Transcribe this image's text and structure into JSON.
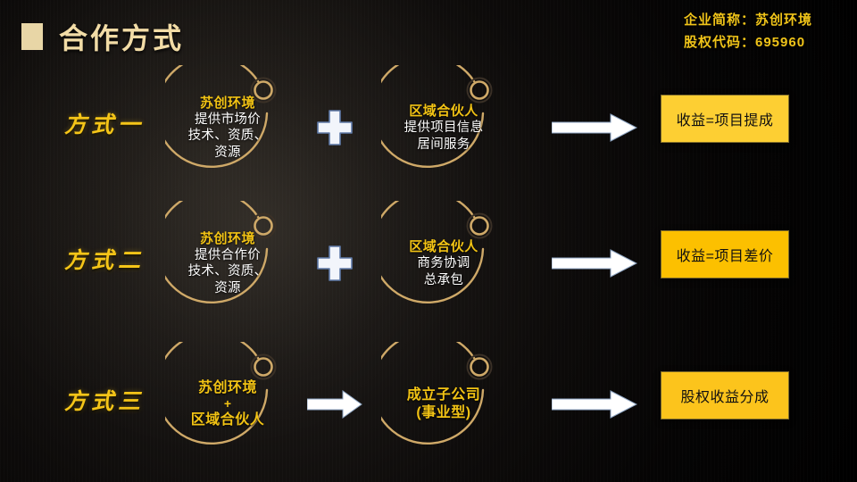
{
  "slide": {
    "title": "合作方式",
    "background_color": "#0b0a09",
    "accent_gold": "#f2c314",
    "title_gold": "#f2dca6"
  },
  "corp_info": {
    "name_line": "企业简称：苏创环境",
    "code_line": "股权代码：695960",
    "color": "#f0c419"
  },
  "rows": [
    {
      "label": "方式一",
      "connector": "plus-icon",
      "left_circle": {
        "head": "苏创环境",
        "lines": [
          "提供市场价",
          "技术、资质、",
          "资源"
        ]
      },
      "right_circle": {
        "head": "区域合伙人",
        "lines": [
          "提供项目信息",
          "居间服务"
        ]
      },
      "result": "收益=项目提成",
      "result_color": "#fdcf33"
    },
    {
      "label": "方式二",
      "connector": "plus-icon",
      "left_circle": {
        "head": "苏创环境",
        "lines": [
          "提供合作价",
          "技术、资质、",
          "资源"
        ]
      },
      "right_circle": {
        "head": "区域合伙人",
        "lines": [
          "商务协调",
          "总承包"
        ]
      },
      "result": "收益=项目差价",
      "result_color": "#fcc000"
    },
    {
      "label": "方式三",
      "connector": "arrow-right-icon",
      "left_circle": {
        "head": "苏创环境",
        "plus": "+",
        "lines": [
          "区域合伙人"
        ]
      },
      "right_circle": {
        "head": "成立子公司",
        "lines": [
          "(事业型)"
        ]
      },
      "result": "股权收益分成",
      "result_color": "#fcc41c"
    }
  ]
}
